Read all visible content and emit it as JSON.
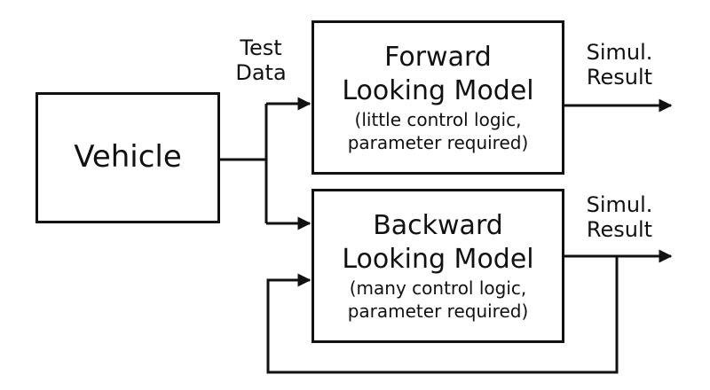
{
  "vehicle": {
    "label": "Vehicle"
  },
  "test_data": {
    "line1": "Test",
    "line2": "Data"
  },
  "forward_model": {
    "title_line1": "Forward",
    "title_line2": "Looking Model",
    "sub_line1": "(little control logic,",
    "sub_line2": "parameter required)"
  },
  "backward_model": {
    "title_line1": "Backward",
    "title_line2": "Looking Model",
    "sub_line1": "(many control logic,",
    "sub_line2": "parameter required)"
  },
  "forward_output": {
    "line1": "Simul.",
    "line2": "Result"
  },
  "backward_output": {
    "line1": "Simul.",
    "line2": "Result"
  },
  "colors": {
    "stroke": "#111111",
    "background": "#ffffff"
  }
}
